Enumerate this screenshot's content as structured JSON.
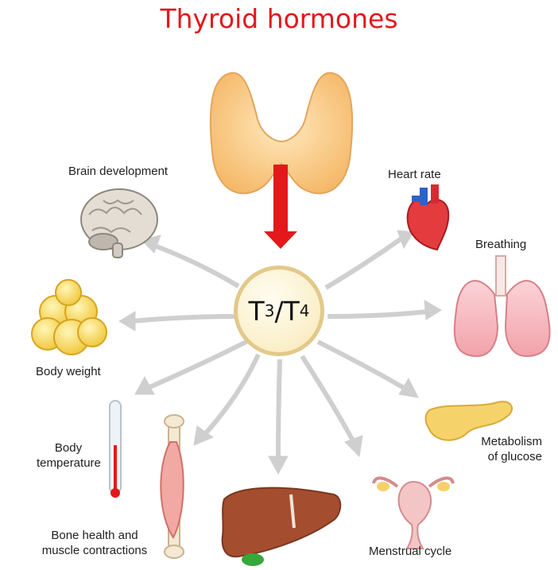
{
  "title": "Thyroid hormones",
  "hub": {
    "t3": "T",
    "t3_sub": "3",
    "slash": "/",
    "t4": "T",
    "t4_sub": "4"
  },
  "targets": {
    "brain": "Brain development",
    "heart": "Heart rate",
    "lungs": "Breathing",
    "fat": "Body weight",
    "pancreas_line1": "Metabolism",
    "pancreas_line2": "of glucose",
    "thermometer_line1": "Body",
    "thermometer_line2": "temperature",
    "muscle_line1": "Bone health and",
    "muscle_line2": "muscle contractions",
    "uterus": "Menstrual cycle"
  },
  "colors": {
    "title": "#e4171b",
    "main_arrow": "#e4171b",
    "arrows": "#cfcfcf",
    "thyroid": "#f6c27d"
  },
  "icons": [
    "thyroid-gland-icon",
    "brain-icon",
    "heart-icon",
    "lungs-icon",
    "fat-cells-icon",
    "pancreas-icon",
    "thermometer-icon",
    "muscle-bone-icon",
    "liver-icon",
    "uterus-icon"
  ]
}
